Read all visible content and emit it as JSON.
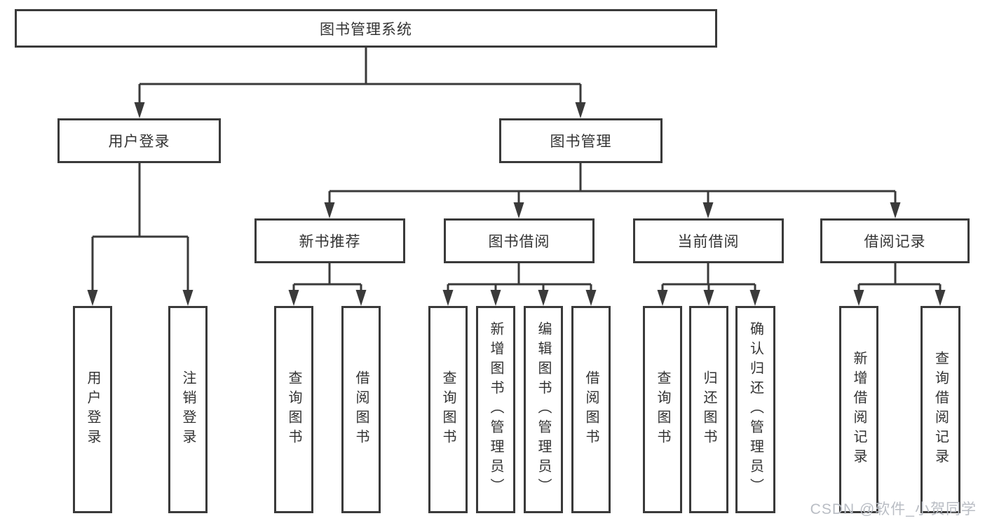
{
  "diagram": {
    "title": "图书管理系统",
    "root": {
      "label": "图书管理系统"
    },
    "level2": {
      "user_login": "用户登录",
      "book_management": "图书管理"
    },
    "level3": {
      "new_book_recommend": "新书推荐",
      "book_borrow": "图书借阅",
      "current_borrow": "当前借阅",
      "borrow_records": "借阅记录"
    },
    "leaves": {
      "user_login": [
        "用户登录",
        "注销登录"
      ],
      "new_book_recommend": [
        "查询图书",
        "借阅图书"
      ],
      "book_borrow": [
        "查询图书",
        "新增图书（管理员）",
        "编辑图书（管理员）",
        "借阅图书"
      ],
      "current_borrow": [
        "查询图书",
        "归还图书",
        "确认归还（管理员）"
      ],
      "borrow_records": [
        "新增借阅记录",
        "查询借阅记录"
      ]
    },
    "watermark": "CSDN @软件_小贺同学",
    "colors": {
      "border": "#3a3a3a",
      "line": "#3a3a3a",
      "text": "#333333",
      "watermark": "#b9bdc4",
      "background": "#ffffff"
    }
  }
}
